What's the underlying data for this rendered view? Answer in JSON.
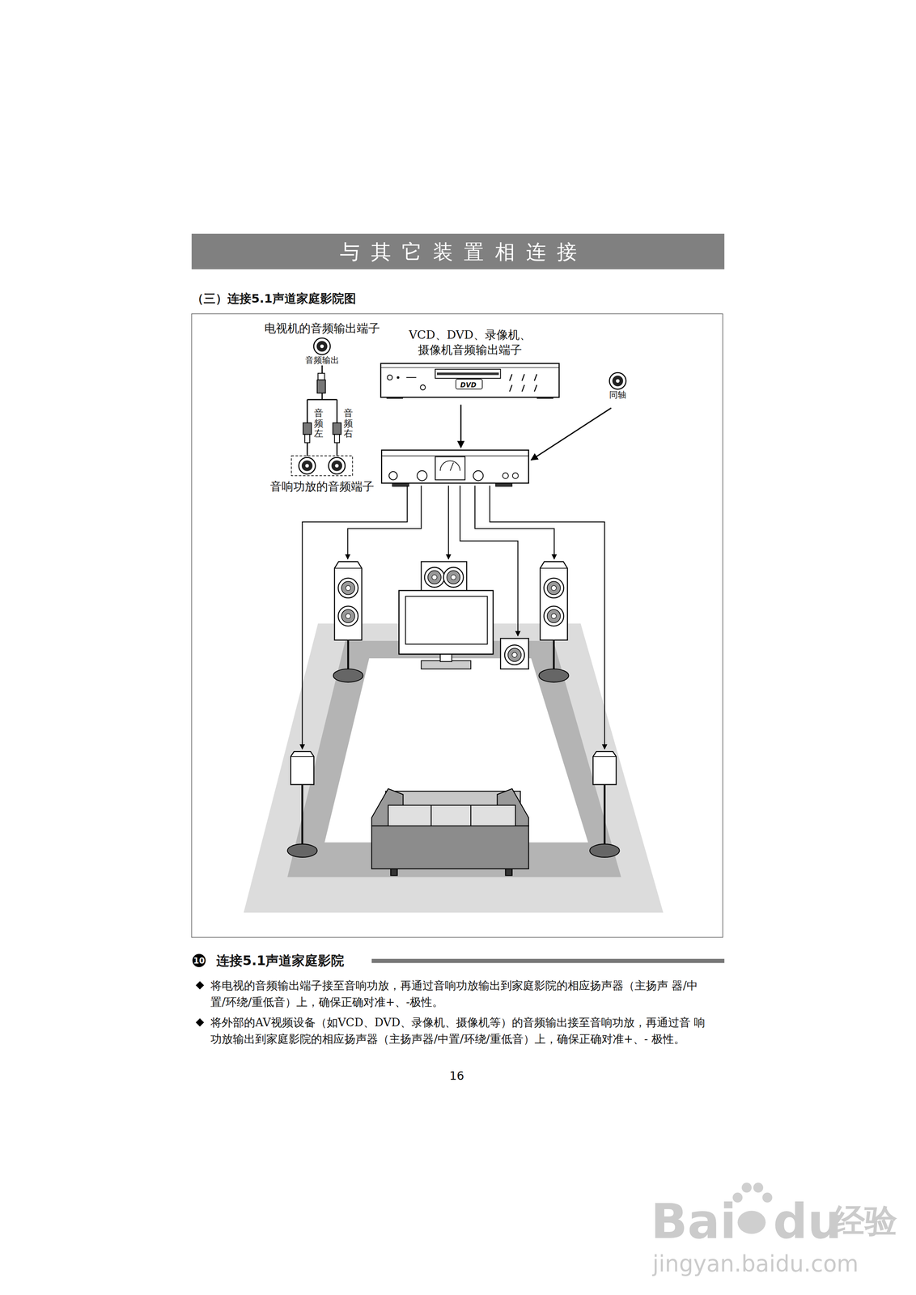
{
  "diagram": {
    "title": "与其它装置相连接",
    "nodes": [
      {
        "text": [
          "电视机的音频输出端子",
          "音频输出"
        ]
      },
      {
        "text": [
          "VCD、DVD、录像机、 摄像机音频输出端子"
        ]
      },
      {
        "text": [
          "同轴"
        ]
      },
      {
        "text": [
          "音响功放的音频端子"
        ]
      }
    ],
    "edges": [
      {
        "from": 0,
        "to": 3,
        "arrow": "none"
      }
    ],
    "labels": [
      "（三）连接5.1声道家庭影院图",
      "音频左",
      "音频右",
      "DVD",
      "10",
      "连接5.1声道家庭影院",
      "将电视的音频输出端子接至音响功放，再通过音响功放输出到家庭影院的相应扬声器（主扬声 器/中置/环绕/重低音）上，确保正确对准+、-极性。",
      "将外部的AV视频设备（如VCD、DVD、录像机、摄像机等）的音频输出接至音响功放，再通过音 响功放输出到家庭影院的相应扬声器（主扬声器/中置/环绕/重低音）上，确保正确对准+、- 极性。",
      "16",
      "Bai",
      "du",
      "经验",
      "jingyan.baidu.com"
    ]
  }
}
